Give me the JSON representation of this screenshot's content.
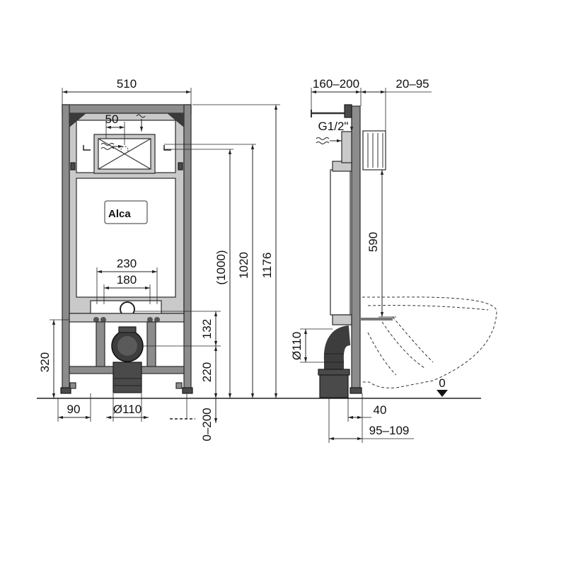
{
  "front": {
    "width": "510",
    "plate_offset": "50",
    "logo": "Alca",
    "spacing_outer": "230",
    "spacing_inner": "180",
    "height_inner": "(1000)",
    "height_mid": "1020",
    "height_total": "1176",
    "outlet_height": "132",
    "crossbar_height": "320",
    "drain_height": "220",
    "foot_width": "90",
    "drain_diameter": "Ø110",
    "foot_adjust": "0–200"
  },
  "side": {
    "depth": "160–200",
    "offset": "20–95",
    "inlet": "G1/2\"",
    "flush_height": "590",
    "drain_diameter": "Ø110",
    "floor_level": "0",
    "bottom_offset": "40",
    "bowl_offset": "95–109"
  }
}
